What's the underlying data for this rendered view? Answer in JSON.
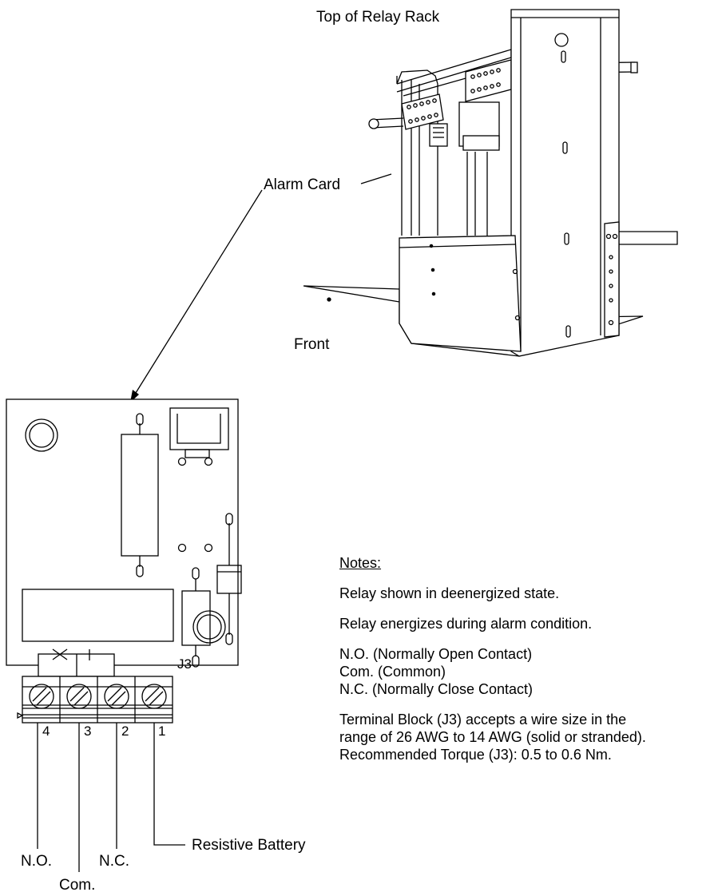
{
  "labels": {
    "top_of_rack": "Top of Relay Rack",
    "alarm_card": "Alarm Card",
    "front": "Front",
    "connector": "J3"
  },
  "terminals": {
    "pin4": "4",
    "pin3": "3",
    "pin2": "2",
    "pin1": "1",
    "no": "N.O.",
    "com": "Com.",
    "nc": "N.C.",
    "resistive_battery": "Resistive Battery"
  },
  "notes": {
    "heading": "Notes:",
    "line1": "Relay shown in deenergized state.",
    "line2": "Relay energizes during alarm condition.",
    "line3a": "N.O. (Normally Open Contact)",
    "line3b": "Com. (Common)",
    "line3c": "N.C. (Normally Close Contact)",
    "line4a": "Terminal Block (J3) accepts a wire size in the",
    "line4b": "range of 26 AWG to 14 AWG (solid or stranded).",
    "line4c": "Recommended Torque (J3):  0.5 to 0.6 Nm."
  }
}
